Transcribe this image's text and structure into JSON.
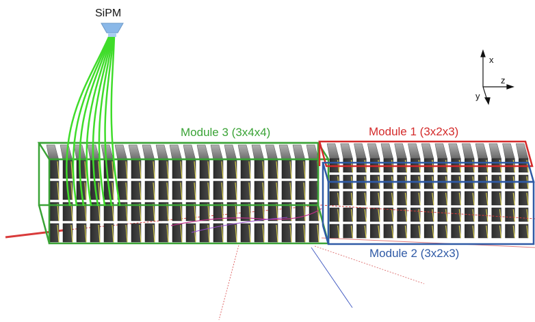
{
  "sipm": {
    "label": "SiPM"
  },
  "modules": {
    "module3": {
      "label": "Module 3 (3x4x4)",
      "color": "#3aa336"
    },
    "module1": {
      "label": "Module 1 (3x2x3)",
      "color": "#d42a2a"
    },
    "module2": {
      "label": "Module 2 (3x2x3)",
      "color": "#2f5aa6"
    }
  },
  "axes": {
    "x": "x",
    "z": "z",
    "y": "y"
  },
  "colors": {
    "fiber": "#3fdc2a",
    "crystal_top": "#8a8a8a",
    "crystal_side": "#3a3a3a",
    "wrap": "#d9cf4a",
    "track_red": "#d93b3b",
    "track_blue": "#4a62c4",
    "sipm": "#8ab8e8"
  },
  "icons": [
    "sipm-icon",
    "axis-triad-icon"
  ]
}
